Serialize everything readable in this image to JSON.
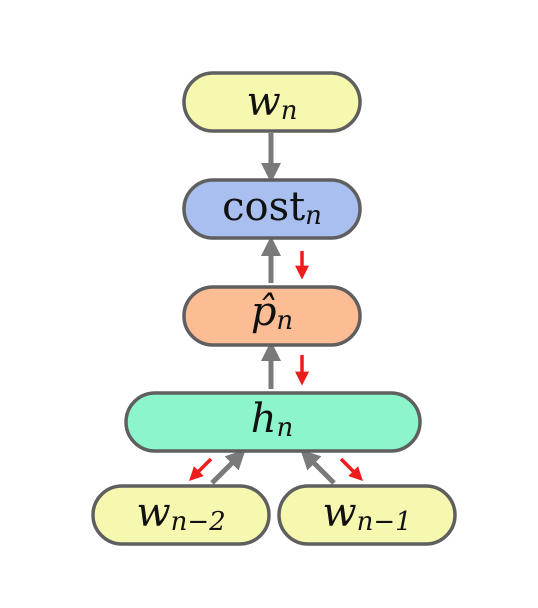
{
  "nodes": {
    "w_n": {
      "base": "w",
      "sub": "n",
      "fill": "#f6f8b0"
    },
    "cost_n": {
      "base": "cost",
      "sub": "n",
      "fill": "#a9bff0"
    },
    "p_hat_n": {
      "base": "p̂",
      "sub": "n",
      "fill": "#fcbd95"
    },
    "h_n": {
      "base": "h",
      "sub": "n",
      "fill": "#8df5cb"
    },
    "w_n_minus_2": {
      "base": "w",
      "sub": "n−2",
      "fill": "#f6f8b0"
    },
    "w_n_minus_1": {
      "base": "w",
      "sub": "n−1",
      "fill": "#f6f8b0"
    }
  },
  "colors": {
    "forward_arrow": "#7a7a7a",
    "backprop_arrow": "#ee1c1c",
    "node_border": "#5f5f5f"
  }
}
